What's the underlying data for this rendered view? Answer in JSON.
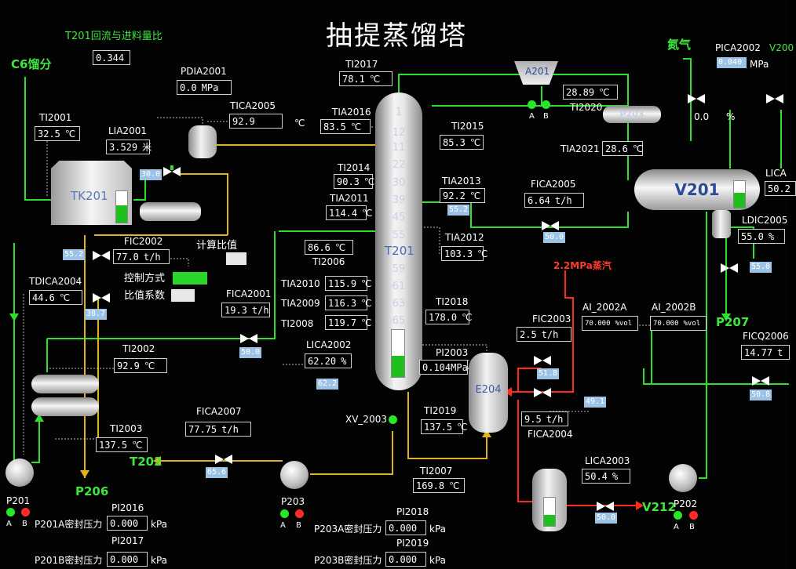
{
  "title": "抽提蒸馏塔",
  "ratio": {
    "label": "T201回流与进料量比",
    "value": "0.344"
  },
  "c6": {
    "label": "C6馏分"
  },
  "tk201": {
    "name": "TK201",
    "level": 0.55
  },
  "ti2001": {
    "tag": "TI2001",
    "value": "32.5",
    "unit": "℃"
  },
  "lia2001": {
    "tag": "LIA2001",
    "value": "3.529",
    "unit": "米"
  },
  "pdia2001": {
    "tag": "PDIA2001",
    "value": "0.0",
    "unit": "MPa"
  },
  "tica2005": {
    "tag": "TICA2005",
    "value": "92.9",
    "unit": "℃"
  },
  "ti2017": {
    "tag": "TI2017",
    "value": "78.1",
    "unit": "℃"
  },
  "tia2016": {
    "tag": "TIA2016",
    "value": "83.5",
    "unit": "℃"
  },
  "tia2015": {
    "tag": "TI2015",
    "value": "85.3",
    "unit": "℃"
  },
  "ti2014": {
    "tag": "TI2014",
    "value": "90.3",
    "unit": "℃"
  },
  "tia2013": {
    "tag": "TIA2013",
    "value": "92.2",
    "unit": "℃"
  },
  "tia2011": {
    "tag": "TIA2011",
    "value": "114.4",
    "unit": "℃"
  },
  "tia2012": {
    "tag": "TIA2012",
    "value": "103.3",
    "unit": "℃"
  },
  "ti2006": {
    "tag": "TI2006",
    "value": "86.6",
    "unit": "℃"
  },
  "tia2010": {
    "tag": "TIA2010",
    "value": "115.9",
    "unit": "℃"
  },
  "tia2009": {
    "tag": "TIA2009",
    "value": "116.3",
    "unit": "℃"
  },
  "ti2008": {
    "tag": "TI2008",
    "value": "119.7",
    "unit": "℃"
  },
  "ti2018": {
    "tag": "TI2018",
    "value": "178.0",
    "unit": "℃"
  },
  "pi2003": {
    "tag": "PI2003",
    "value": "0.104",
    "unit": "MPa"
  },
  "ti2019": {
    "tag": "TI2019",
    "value": "137.5",
    "unit": "℃"
  },
  "ti2007": {
    "tag": "TI2007",
    "value": "169.8",
    "unit": "℃"
  },
  "xv2003": {
    "tag": "XV_2003"
  },
  "fic2002": {
    "tag": "FIC2002",
    "value": "77.0",
    "unit": "t/h"
  },
  "calc_ratio": {
    "label": "计算比值"
  },
  "ctrl_mode": {
    "label": "控制方式"
  },
  "ratio_coef": {
    "label": "比值系数"
  },
  "tdica2004": {
    "tag": "TDICA2004",
    "value": "44.6",
    "unit": "℃"
  },
  "fica2001": {
    "tag": "FICA2001",
    "value": "19.3",
    "unit": "t/h"
  },
  "ti2002": {
    "tag": "TI2002",
    "value": "92.9",
    "unit": "℃"
  },
  "lica2002": {
    "tag": "LICA2002",
    "value": "62.20",
    "unit": "%"
  },
  "ti2003": {
    "tag": "TI2003",
    "value": "137.5",
    "unit": "℃"
  },
  "fica2007": {
    "tag": "FICA2007",
    "value": "77.75",
    "unit": "t/h"
  },
  "t201": {
    "name": "T201",
    "trays": [
      "1",
      "12",
      "11",
      "22",
      "30",
      "39",
      "45",
      "55",
      "59",
      "61",
      "63",
      "65"
    ],
    "level": 0.45
  },
  "a201": {
    "name": "A201"
  },
  "ti2020": {
    "tag": "TI2020",
    "value": "28.89",
    "unit": "℃"
  },
  "p203_exch": {
    "name": "P203"
  },
  "ti2021": {
    "tag": "TIA2021",
    "value": "28.6",
    "unit": "℃"
  },
  "nitrogen": {
    "label": "氮气"
  },
  "pica2002": {
    "tag": "PICA2002",
    "value": "0.040",
    "unit": "MPa"
  },
  "v200_tag": {
    "label": "V200"
  },
  "split_out": {
    "value": "0.0",
    "unit": "%"
  },
  "v201": {
    "name": "V201",
    "level": 0.55
  },
  "lica_r": {
    "tag": "LICA",
    "value": "50.2"
  },
  "ldic2005": {
    "tag": "LDIC2005",
    "value": "55.0",
    "unit": "%"
  },
  "fica2005": {
    "tag": "FICA2005",
    "value": "6.64",
    "unit": "t/h"
  },
  "steam": {
    "label": "2.2MPa蒸汽"
  },
  "ai2002a": {
    "tag": "AI_2002A",
    "value": "70.000",
    "unit": "%vol"
  },
  "ai2002b": {
    "tag": "AI_2002B",
    "value": "70.000",
    "unit": "%vol"
  },
  "fic2003": {
    "tag": "FIC2003",
    "value": "2.5",
    "unit": "t/h"
  },
  "fica2004": {
    "tag": "FICA2004",
    "value": "9.5",
    "unit": "t/h"
  },
  "e204": {
    "name": "E204"
  },
  "ficq2006": {
    "tag": "FICQ2006",
    "value": "14.77",
    "unit": "t"
  },
  "lica2003": {
    "tag": "LICA2003",
    "value": "50.4",
    "unit": "%"
  },
  "v212": {
    "label": "V212",
    "level": 0.4
  },
  "p207": {
    "label": "P207"
  },
  "t202": {
    "label": "T202"
  },
  "p206": {
    "label": "P206"
  },
  "p201": {
    "label": "P201"
  },
  "p203": {
    "label": "P203"
  },
  "p202": {
    "label": "P202"
  },
  "pi2016": {
    "tag": "PI2016",
    "label": "P201A密封压力",
    "value": "0.000",
    "unit": "kPa"
  },
  "pi2017": {
    "tag": "PI2017",
    "label": "P201B密封压力",
    "value": "0.000",
    "unit": "kPa"
  },
  "pi2018": {
    "tag": "PI2018",
    "label": "P203A密封压力",
    "value": "0.000",
    "unit": "kPa"
  },
  "pi2019": {
    "tag": "PI2019",
    "label": "P203B密封压力",
    "value": "0.000",
    "unit": "kPa"
  },
  "ab": {
    "a": "A",
    "b": "B"
  },
  "colors": {
    "green": "#2ee02e",
    "yellow": "#e0b21c",
    "red": "#ff2a1a",
    "cvblue": "#9cc3e6"
  }
}
